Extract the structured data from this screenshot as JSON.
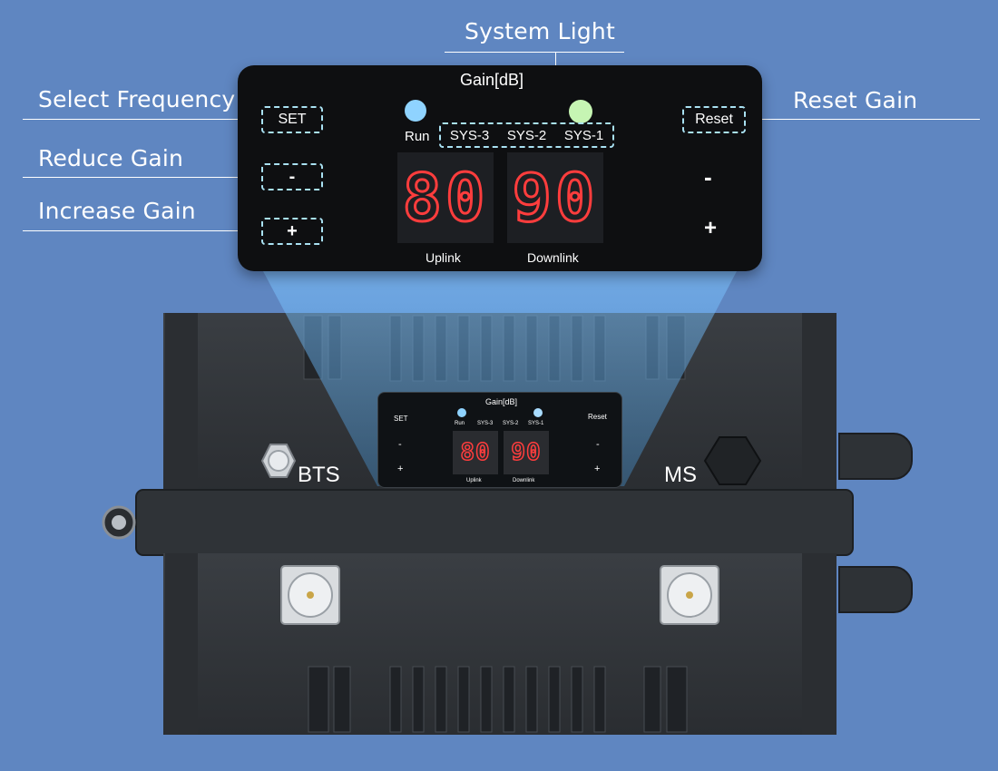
{
  "callouts": {
    "system_light": "System Light",
    "select_frequency": "Select Frequency",
    "reduce_gain": "Reduce Gain",
    "increase_gain": "Increase Gain",
    "reset_gain": "Reset Gain"
  },
  "panel": {
    "title": "Gain[dB]",
    "set_label": "SET",
    "minus_label": "-",
    "plus_label": "+",
    "run_label": "Run",
    "sys": [
      "SYS-3",
      "SYS-2",
      "SYS-1"
    ],
    "reset_label": "Reset",
    "right_minus": "-",
    "right_plus": "+",
    "uplink_value": "80",
    "downlink_value": "90",
    "uplink_label": "Uplink",
    "downlink_label": "Downlink"
  },
  "device": {
    "bts_label": "BTS",
    "ms_label": "MS"
  },
  "colors": {
    "background": "#5f86c1",
    "run_led": "#8fd3ff",
    "sys1_led": "#c6f5b3",
    "digits": "#ff3d3d",
    "dash": "#a9e1f2"
  }
}
